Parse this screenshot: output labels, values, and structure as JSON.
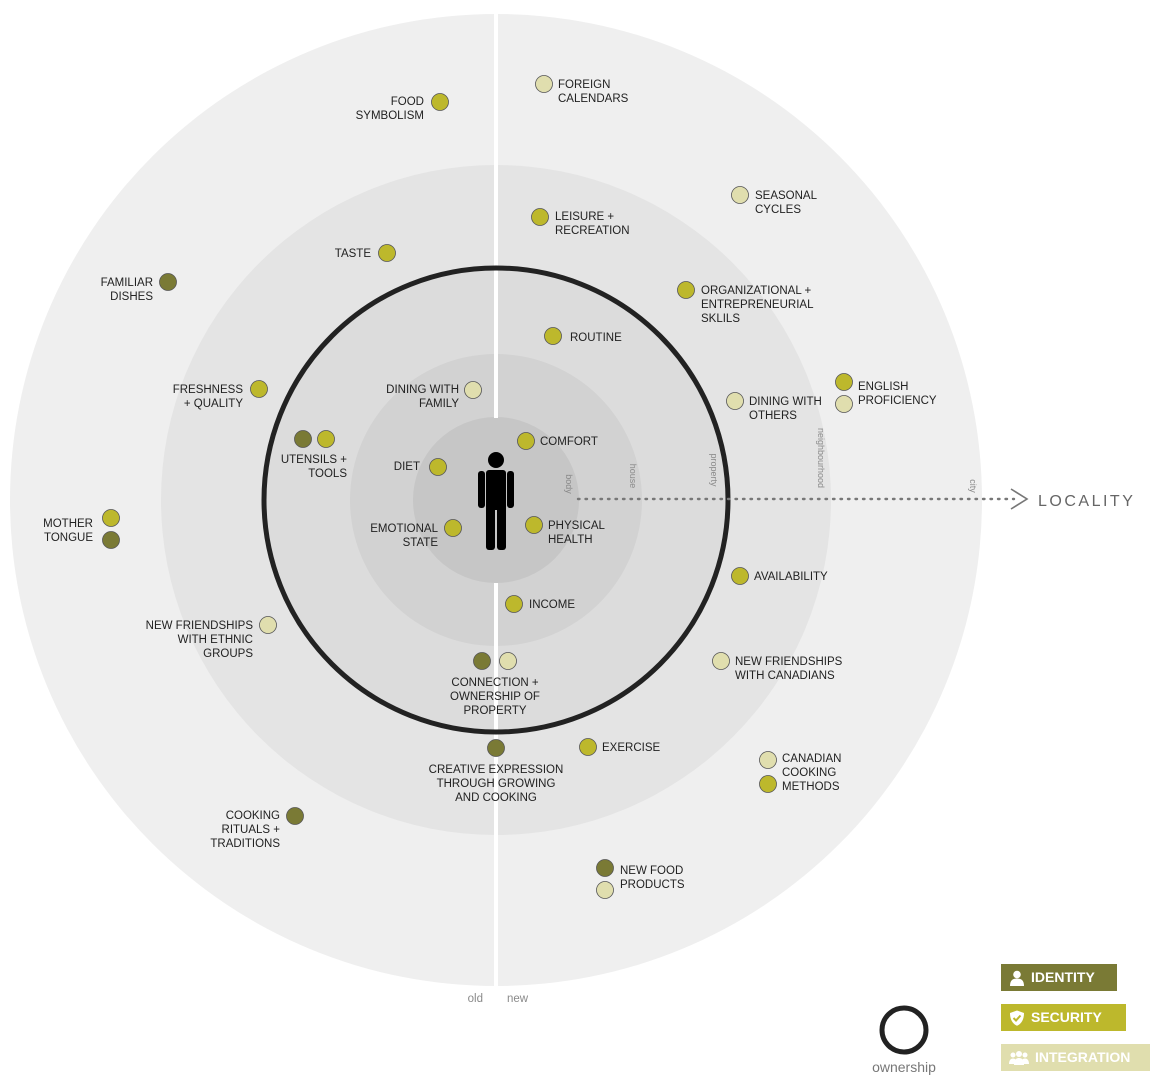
{
  "locality_label": "LOCALITY",
  "ownership_label": "ownership",
  "axis": {
    "old": "old",
    "new": "new"
  },
  "rings": [
    "body",
    "house",
    "property",
    "neighbourhood",
    "city"
  ],
  "legend": [
    {
      "key": "identity",
      "label": "IDENTITY",
      "color": "#7a7a35",
      "icon": "person-icon"
    },
    {
      "key": "security",
      "label": "SECURITY",
      "color": "#bdb82c",
      "icon": "shield-icon"
    },
    {
      "key": "integration",
      "label": "INTEGRATION",
      "color": "#e0deae",
      "icon": "group-icon"
    }
  ],
  "factors": [
    {
      "label": [
        "FOOD",
        "SYMBOLISM"
      ],
      "types": [
        "security"
      ]
    },
    {
      "label": [
        "FOREIGN",
        "CALENDARS"
      ],
      "types": [
        "integration"
      ]
    },
    {
      "label": [
        "SEASONAL",
        "CYCLES"
      ],
      "types": [
        "integration"
      ]
    },
    {
      "label": [
        "LEISURE +",
        "RECREATION"
      ],
      "types": [
        "security"
      ]
    },
    {
      "label": [
        "TASTE"
      ],
      "types": [
        "security"
      ]
    },
    {
      "label": [
        "FAMILIAR",
        "DISHES"
      ],
      "types": [
        "identity"
      ]
    },
    {
      "label": [
        "ORGANIZATIONAL +",
        "ENTREPRENEURIAL",
        "SKLILS"
      ],
      "types": [
        "security"
      ]
    },
    {
      "label": [
        "ROUTINE"
      ],
      "types": [
        "security"
      ]
    },
    {
      "label": [
        "FRESHNESS",
        "+ QUALITY"
      ],
      "types": [
        "security"
      ]
    },
    {
      "label": [
        "DINING WITH",
        "FAMILY"
      ],
      "types": [
        "integration"
      ]
    },
    {
      "label": [
        "ENGLISH",
        "PROFICIENCY"
      ],
      "types": [
        "security",
        "integration"
      ]
    },
    {
      "label": [
        "DINING WITH",
        "OTHERS"
      ],
      "types": [
        "integration"
      ]
    },
    {
      "label": [
        "COMFORT"
      ],
      "types": [
        "security"
      ]
    },
    {
      "label": [
        "UTENSILS +",
        "TOOLS"
      ],
      "types": [
        "identity",
        "security"
      ]
    },
    {
      "label": [
        "DIET"
      ],
      "types": [
        "security"
      ]
    },
    {
      "label": [
        "MOTHER",
        "TONGUE"
      ],
      "types": [
        "security",
        "identity"
      ]
    },
    {
      "label": [
        "EMOTIONAL",
        "STATE"
      ],
      "types": [
        "security"
      ]
    },
    {
      "label": [
        "PHYSICAL",
        "HEALTH"
      ],
      "types": [
        "security"
      ]
    },
    {
      "label": [
        "AVAILABILITY"
      ],
      "types": [
        "security"
      ]
    },
    {
      "label": [
        "INCOME"
      ],
      "types": [
        "security"
      ]
    },
    {
      "label": [
        "NEW FRIENDSHIPS",
        "WITH ETHNIC",
        "GROUPS"
      ],
      "types": [
        "integration"
      ]
    },
    {
      "label": [
        "NEW FRIENDSHIPS",
        "WITH CANADIANS"
      ],
      "types": [
        "integration"
      ]
    },
    {
      "label": [
        "CONNECTION +",
        "OWNERSHIP OF",
        "PROPERTY"
      ],
      "types": [
        "identity",
        "integration"
      ]
    },
    {
      "label": [
        "EXERCISE"
      ],
      "types": [
        "security"
      ]
    },
    {
      "label": [
        "CREATIVE EXPRESSION",
        "THROUGH GROWING",
        "AND COOKING"
      ],
      "types": [
        "identity"
      ]
    },
    {
      "label": [
        "CANADIAN",
        "COOKING",
        "METHODS"
      ],
      "types": [
        "integration",
        "security"
      ]
    },
    {
      "label": [
        "COOKING",
        "RITUALS +",
        "TRADITIONS"
      ],
      "types": [
        "identity"
      ]
    },
    {
      "label": [
        "NEW FOOD",
        "PRODUCTS"
      ],
      "types": [
        "identity",
        "integration"
      ]
    }
  ]
}
